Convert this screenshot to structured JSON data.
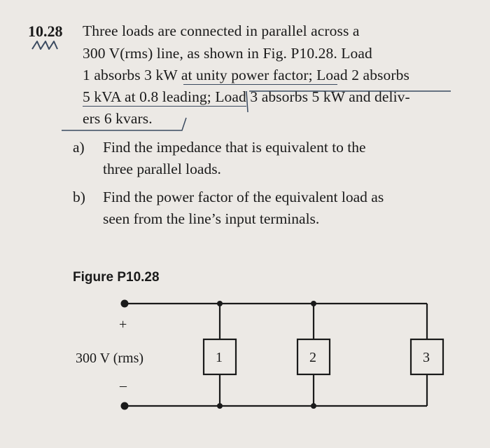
{
  "problem": {
    "number": "10.28",
    "lines": [
      "Three loads are connected in parallel across a",
      "300 V(rms) line, as shown in Fig. P10.28. Load",
      "1 absorbs 3 kW at unity power factor; Load 2 absorbs",
      "5 kVA at 0.8 leading; Load 3 absorbs 5 kW and deliv-",
      "ers 6 kvars."
    ],
    "parts": [
      {
        "label": "a)",
        "lines": [
          "Find the impedance that is equivalent to the",
          "three parallel loads."
        ]
      },
      {
        "label": "b)",
        "lines": [
          "Find the power factor of the equivalent load as",
          "seen from the line’s input terminals."
        ]
      }
    ]
  },
  "figure": {
    "caption": "Figure P10.28",
    "source_label": "300 V (rms)",
    "plus": "+",
    "minus": "–",
    "loads": [
      "1",
      "2",
      "3"
    ]
  },
  "colors": {
    "paper": "#ece9e5",
    "ink": "#1a1a1a",
    "pen": "#3a4a60"
  }
}
